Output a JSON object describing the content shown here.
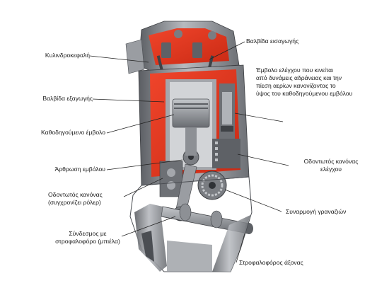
{
  "colors": {
    "cutaway_red": "#e8321c",
    "metal_grey": "#8d9095",
    "metal_dark": "#4b4e53",
    "leader": "#222222"
  },
  "labels": {
    "cylinder_head": "Κυλινδροκεφαλή",
    "intake_valve": "Βαλβίδα εισαγωγής",
    "control_piston": [
      "Έμβολο ελέγχου που κινείται",
      "από δυνάμεις αδράνειας και την",
      "πίεση αερίων κανονίζοντας το",
      "ύψος του καθοδηγούμενου εμβόλου"
    ],
    "exhaust_valve": "Βαλβίδα εξαγωγής",
    "guided_piston": "Καθοδηγούμενο έμβολο",
    "control_rack": [
      "Οδοντωτός κανόνας",
      "ελέγχου"
    ],
    "piston_joint": "Άρθρωση εμβόλου",
    "synchronizing_rack": [
      "Οδοντωτός κανόνας",
      "(συγχρονίζει ρόλερ)"
    ],
    "gear_mesh": "Συναρμογή γραναζιών",
    "crank_link": [
      "Σύνδεσμος με",
      "στροφαλοφόρο (μπιέλα)"
    ],
    "crankshaft": "Στροφαλοφόρος άξονας"
  }
}
